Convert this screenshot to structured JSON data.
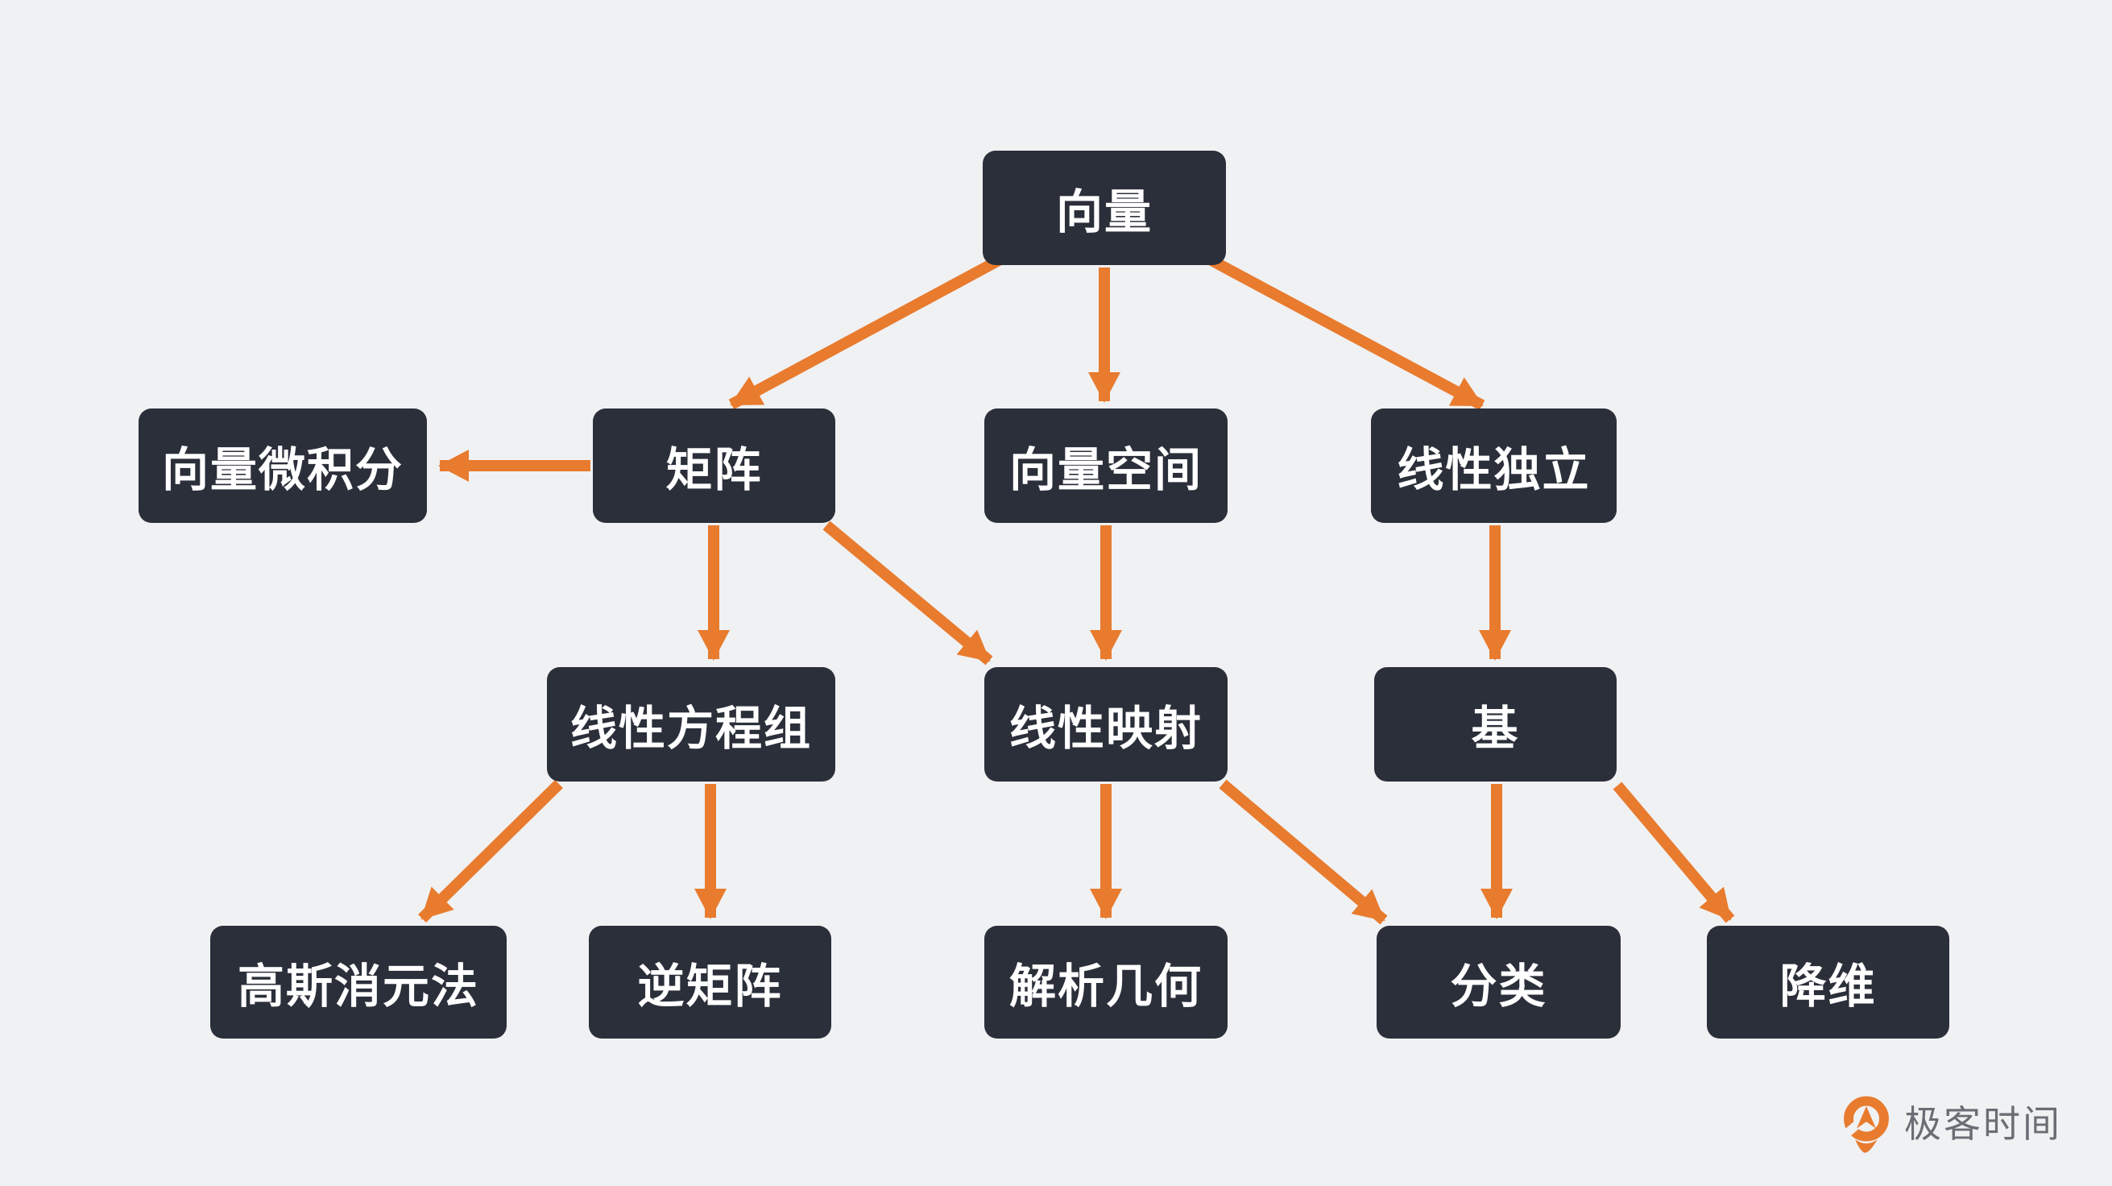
{
  "page": {
    "background": "#f0f1f3"
  },
  "diagram": {
    "node_fill": "#2b2f3a",
    "node_text_color": "#ffffff",
    "arrow_color": "#e87b2e",
    "nodes": [
      {
        "id": "vector",
        "label": "向量"
      },
      {
        "id": "vector-calculus",
        "label": "向量微积分"
      },
      {
        "id": "matrix",
        "label": "矩阵"
      },
      {
        "id": "vector-space",
        "label": "向量空间"
      },
      {
        "id": "linear-independence",
        "label": "线性独立"
      },
      {
        "id": "linear-equations",
        "label": "线性方程组"
      },
      {
        "id": "linear-mapping",
        "label": "线性映射"
      },
      {
        "id": "basis",
        "label": "基"
      },
      {
        "id": "gaussian-elimination",
        "label": "高斯消元法"
      },
      {
        "id": "inverse-matrix",
        "label": "逆矩阵"
      },
      {
        "id": "analytic-geometry",
        "label": "解析几何"
      },
      {
        "id": "classification",
        "label": "分类"
      },
      {
        "id": "dimensionality-reduction",
        "label": "降维"
      }
    ],
    "edges": [
      {
        "from": "向量",
        "to": "矩阵"
      },
      {
        "from": "向量",
        "to": "向量空间"
      },
      {
        "from": "向量",
        "to": "线性独立"
      },
      {
        "from": "矩阵",
        "to": "向量微积分"
      },
      {
        "from": "矩阵",
        "to": "线性方程组"
      },
      {
        "from": "矩阵",
        "to": "线性映射"
      },
      {
        "from": "向量空间",
        "to": "线性映射"
      },
      {
        "from": "线性独立",
        "to": "基"
      },
      {
        "from": "线性方程组",
        "to": "高斯消元法"
      },
      {
        "from": "线性方程组",
        "to": "逆矩阵"
      },
      {
        "from": "线性映射",
        "to": "解析几何"
      },
      {
        "from": "线性映射",
        "to": "分类"
      },
      {
        "from": "基",
        "to": "分类"
      },
      {
        "from": "基",
        "to": "降维"
      }
    ]
  },
  "watermark": {
    "brand": "极客时间",
    "icon": "geektime-clock-logo",
    "icon_color": "#e87b2e",
    "text_color": "#6a6e74"
  }
}
